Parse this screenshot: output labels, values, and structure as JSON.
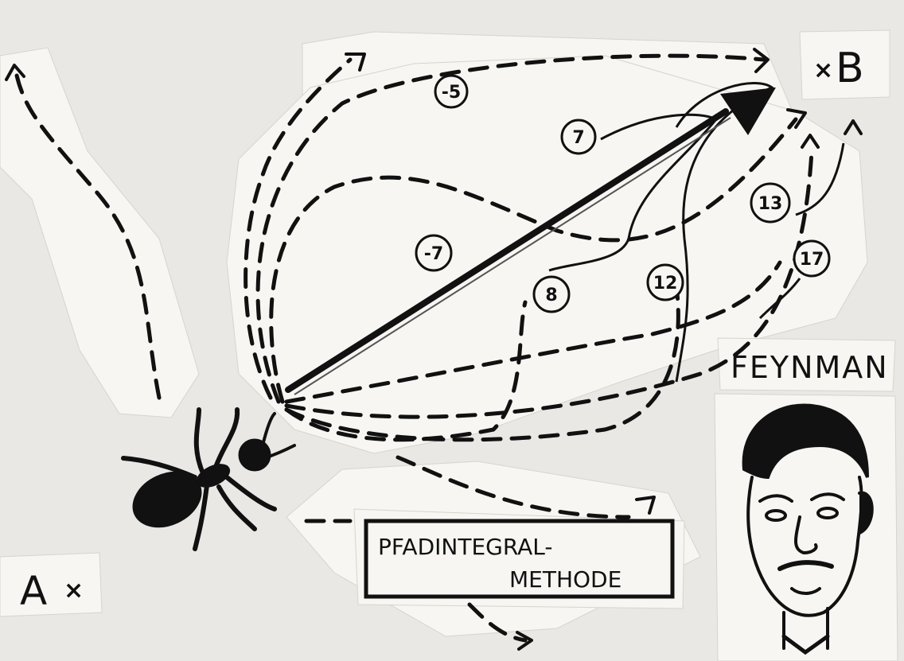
{
  "labels": {
    "point_a": "A",
    "point_b": "B",
    "name": "FEYNMAN",
    "method_line1": "PFADINTEGRAL-",
    "method_line2": "METHODE"
  },
  "path_numbers": [
    "-5",
    "7",
    "13",
    "-7",
    "8",
    "12",
    "17"
  ],
  "colors": {
    "paper": "#f7f6f2",
    "background": "#e9e8e4",
    "ink": "#111111"
  },
  "icons": [
    "ant-drawing",
    "feynman-portrait",
    "arrow-head"
  ]
}
